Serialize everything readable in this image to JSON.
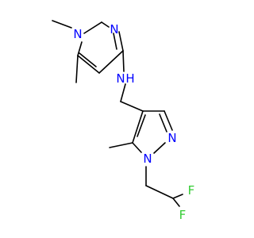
{
  "molecule": {
    "atoms": [
      {
        "id": "N_me_top",
        "symbol": "N",
        "color": "#0000ff"
      },
      {
        "id": "N_ring1",
        "symbol": "N",
        "color": "#0000ff"
      },
      {
        "id": "N_amine",
        "symbol": "N",
        "color": "#0000ff"
      },
      {
        "id": "H_amine",
        "symbol": "H",
        "color": "#0000ff"
      },
      {
        "id": "N_ring2_a",
        "symbol": "N",
        "color": "#0000ff"
      },
      {
        "id": "N_ring2_b",
        "symbol": "N",
        "color": "#0000ff"
      },
      {
        "id": "F_top",
        "symbol": "F",
        "color": "#33cc33"
      },
      {
        "id": "F_bottom",
        "symbol": "F",
        "color": "#33cc33"
      }
    ]
  },
  "colors": {
    "bond": "#000000",
    "nitrogen": "#0000ff",
    "fluorine": "#33cc33",
    "background": "#ffffff"
  }
}
